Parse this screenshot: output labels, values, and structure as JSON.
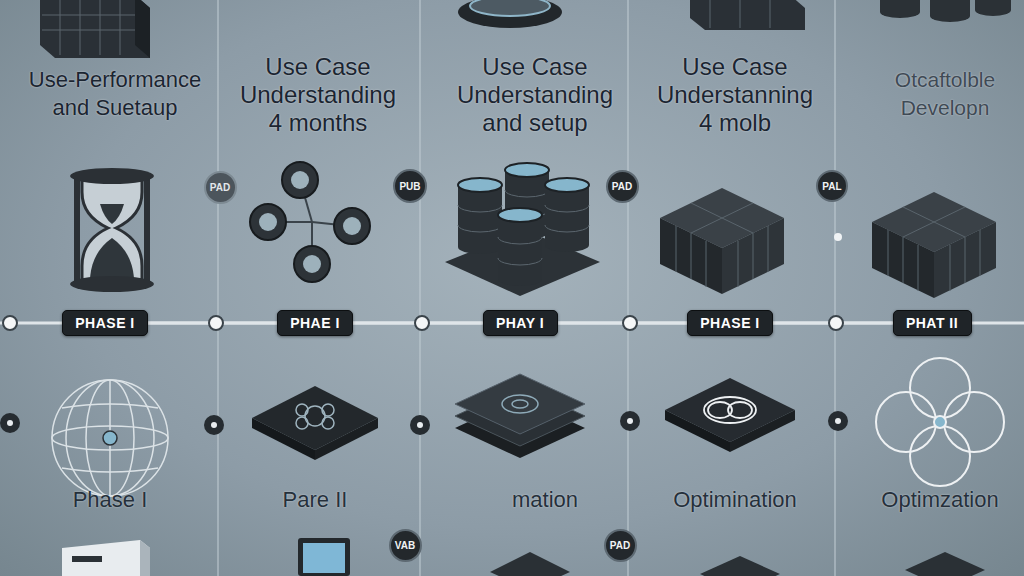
{
  "diagram": {
    "nodes": [
      {
        "text": [
          "PAD"
        ]
      },
      {
        "text": [
          "PUB"
        ]
      },
      {
        "text": [
          "PAD"
        ]
      },
      {
        "text": [
          "PAL"
        ]
      },
      {
        "text": [
          "PHASE I"
        ]
      },
      {
        "text": [
          "PHAE I"
        ]
      },
      {
        "text": [
          "PHAY I"
        ]
      },
      {
        "text": [
          "PHASE I"
        ]
      },
      {
        "text": [
          "PHAT II"
        ]
      },
      {
        "text": [
          "VAB"
        ]
      },
      {
        "text": [
          "PAD"
        ]
      }
    ],
    "edges": [
      {
        "from": 4,
        "to": 5,
        "arrow": "none"
      },
      {
        "from": 5,
        "to": 6,
        "arrow": "none"
      },
      {
        "from": 6,
        "to": 7,
        "arrow": "none"
      },
      {
        "from": 7,
        "to": 8,
        "arrow": "none"
      }
    ],
    "labels": [
      "Use-Performance and Suetaup",
      "Use Case Understanding 4 months",
      "Use Case Understanding and setup",
      "Use Case Understanning 4 molb",
      "Otcaftolble Developn",
      "Phase I",
      "Pare II",
      "mation",
      "Optimination",
      "Optimzation"
    ]
  }
}
